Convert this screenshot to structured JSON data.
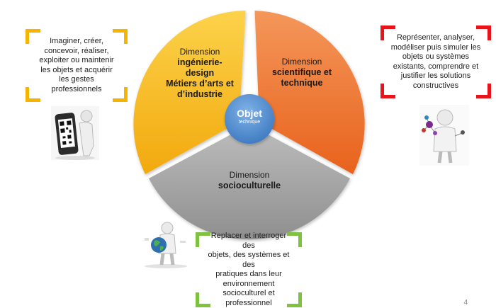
{
  "left_box": {
    "lines": [
      "Imaginer, créer,",
      "concevoir, réaliser,",
      "exploiter ou maintenir",
      "les objets et acquérir",
      "les gestes",
      "professionnels"
    ],
    "color": "#f5b400"
  },
  "right_box": {
    "lines": [
      "Représenter, analyser,",
      "modéliser puis simuler les",
      "objets ou systèmes",
      "existants, comprendre et",
      "justifier les solutions",
      "constructives"
    ],
    "color": "#e8141b"
  },
  "bottom_box": {
    "lines": [
      "Replacer et interroger des",
      "objets, des systèmes et des",
      "pratiques dans leur",
      "environnement",
      "socioculturel et",
      "professionnel"
    ],
    "color": "#7fc241"
  },
  "segments": {
    "design": {
      "line1": "Dimension",
      "bold": [
        "ingénierie-",
        "design",
        "Métiers d’arts et",
        "d’industrie"
      ],
      "color": "#f7b81c"
    },
    "science": {
      "line1": "Dimension",
      "bold": [
        "scientifique et",
        "technique"
      ],
      "color": "#ef7a2b"
    },
    "culture": {
      "line1": "Dimension",
      "bold": [
        "socioculturelle"
      ],
      "color": "#9e9e9e"
    }
  },
  "center": {
    "title": "Objet",
    "subtitle": "technique",
    "color": "#4f8fd1"
  },
  "page_number": "4",
  "icons": {
    "left": "phone-qr-figure-icon",
    "right": "scientist-molecule-figure-icon",
    "bottom": "globe-figure-icon"
  }
}
